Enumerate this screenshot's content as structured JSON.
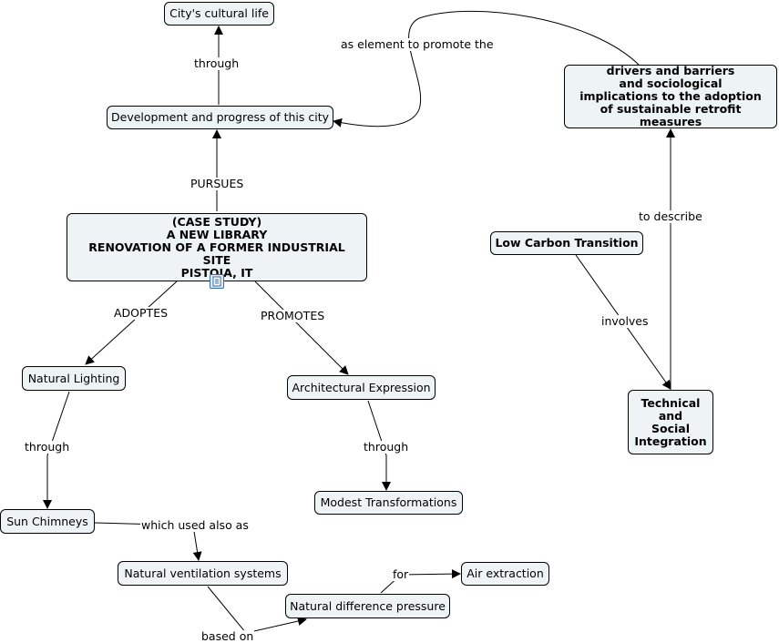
{
  "concepts": {
    "cultural_life": "City's cultural life",
    "development": "Development and progress of this city",
    "case_study": "(CASE STUDY)\nA NEW LIBRARY\nRENOVATION OF A FORMER INDUSTRIAL SITE\nPISTOIA, IT",
    "drivers": "drivers and barriers\nand sociological\nimplications to the adoption\nof sustainable retrofit measures",
    "low_carbon": "Low Carbon Transition",
    "tech_social": "Technical\nand\nSocial\nIntegration",
    "natural_lighting": "Natural Lighting",
    "architectural_expression": "Architectural Expression",
    "sun_chimneys": "Sun Chimneys",
    "modest_transformations": "Modest Transformations",
    "natural_ventilation": "Natural ventilation systems",
    "natural_difference_pressure": "Natural difference pressure",
    "air_extraction": "Air extraction"
  },
  "links": {
    "through_1": "through",
    "promote_element": "as element to promote the",
    "pursues": "PURSUES",
    "to_describe": "to describe",
    "involves": "involves",
    "adoptes": "ADOPTES",
    "promotes": "PROMOTES",
    "through_2": "through",
    "through_3": "through",
    "which_used": "which used also as",
    "for": "for",
    "based_on": "based on"
  },
  "icons": [
    "document-icon"
  ]
}
